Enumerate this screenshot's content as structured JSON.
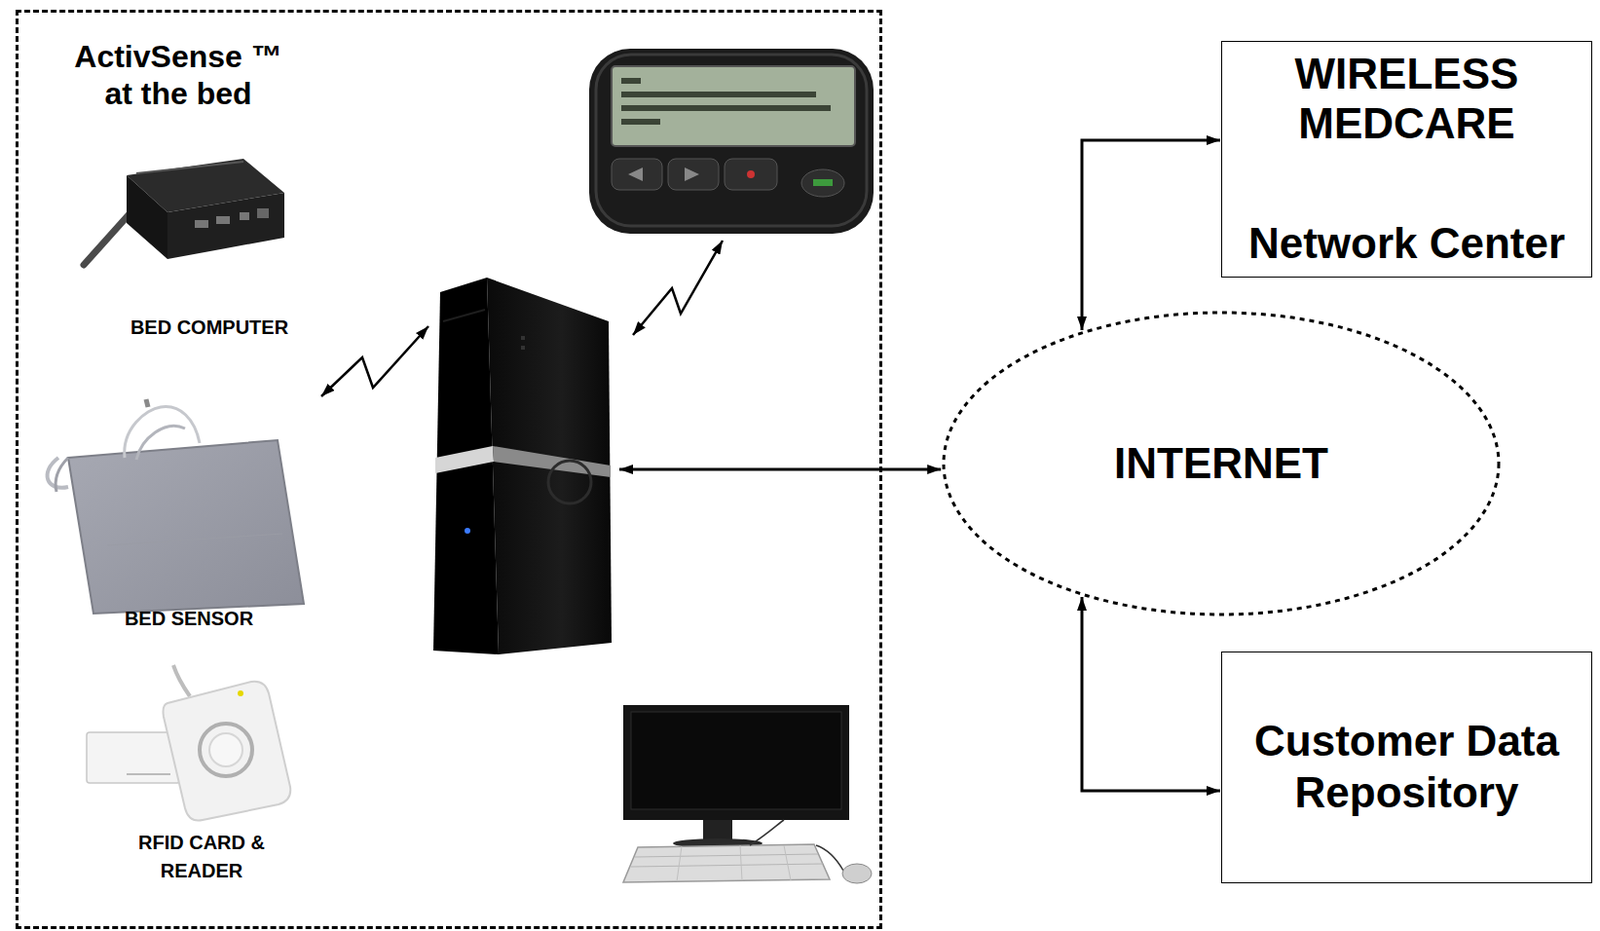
{
  "diagram": {
    "nodes": [
      {
        "text": [
          "ActivSense ™ at the bed"
        ]
      },
      {
        "text": [
          "WIRELESS MEDCARE",
          "Network Center"
        ]
      },
      {
        "text": [
          "INTERNET"
        ]
      },
      {
        "text": [
          "Customer Data Repository"
        ]
      }
    ],
    "edges": [
      {
        "from": 0,
        "to": 2,
        "arrow": "both"
      },
      {
        "from": 2,
        "to": 1,
        "arrow": "both"
      },
      {
        "from": 2,
        "to": 3,
        "arrow": "both"
      }
    ],
    "labels": [
      "BED COMPUTER",
      "BED SENSOR",
      "RFID CARD & READER"
    ]
  }
}
